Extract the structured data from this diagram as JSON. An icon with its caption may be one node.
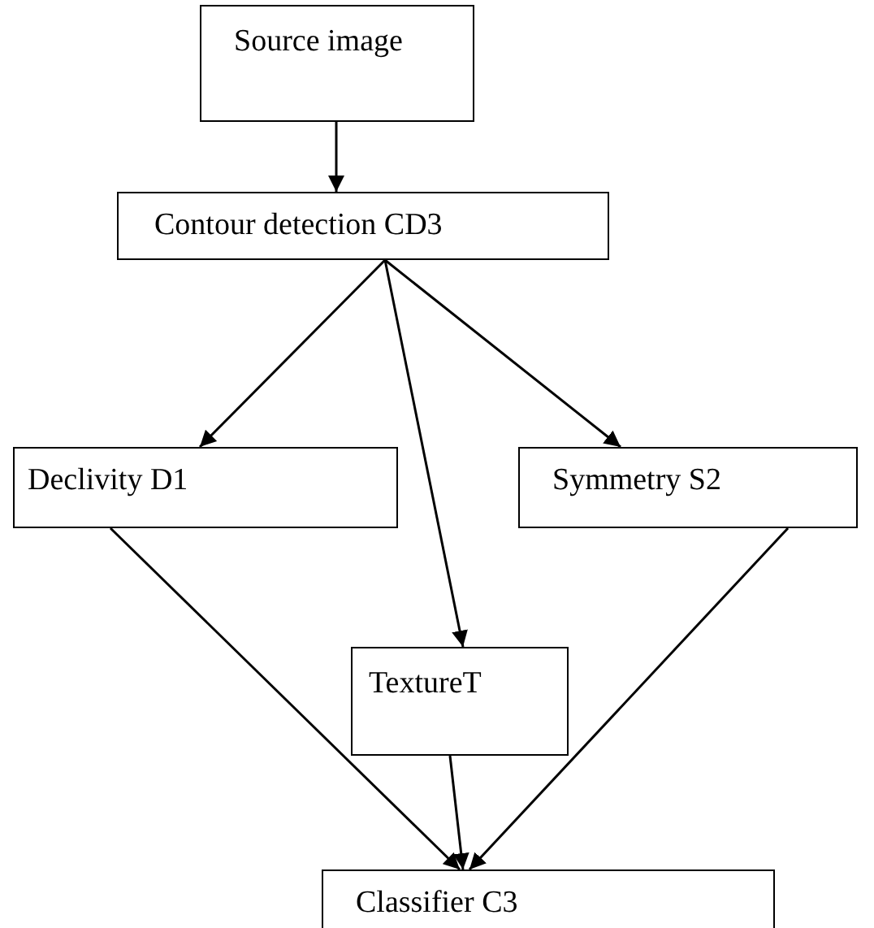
{
  "diagram": {
    "nodes": [
      {
        "text": [
          "Source image"
        ]
      },
      {
        "text": [
          "Contour detection CD3"
        ]
      },
      {
        "text": [
          "Declivity D1"
        ]
      },
      {
        "text": [
          "Symmetry S2"
        ]
      },
      {
        "text": [
          "TextureT"
        ]
      },
      {
        "text": [
          "Classifier C3"
        ]
      }
    ],
    "edges": [
      {
        "from": 0,
        "to": 1,
        "arrow": "to"
      },
      {
        "from": 1,
        "to": 2,
        "arrow": "to"
      },
      {
        "from": 1,
        "to": 4,
        "arrow": "to"
      },
      {
        "from": 1,
        "to": 3,
        "arrow": "to"
      },
      {
        "from": 2,
        "to": 5,
        "arrow": "to"
      },
      {
        "from": 4,
        "to": 5,
        "arrow": "to"
      },
      {
        "from": 3,
        "to": 5,
        "arrow": "to"
      }
    ]
  }
}
